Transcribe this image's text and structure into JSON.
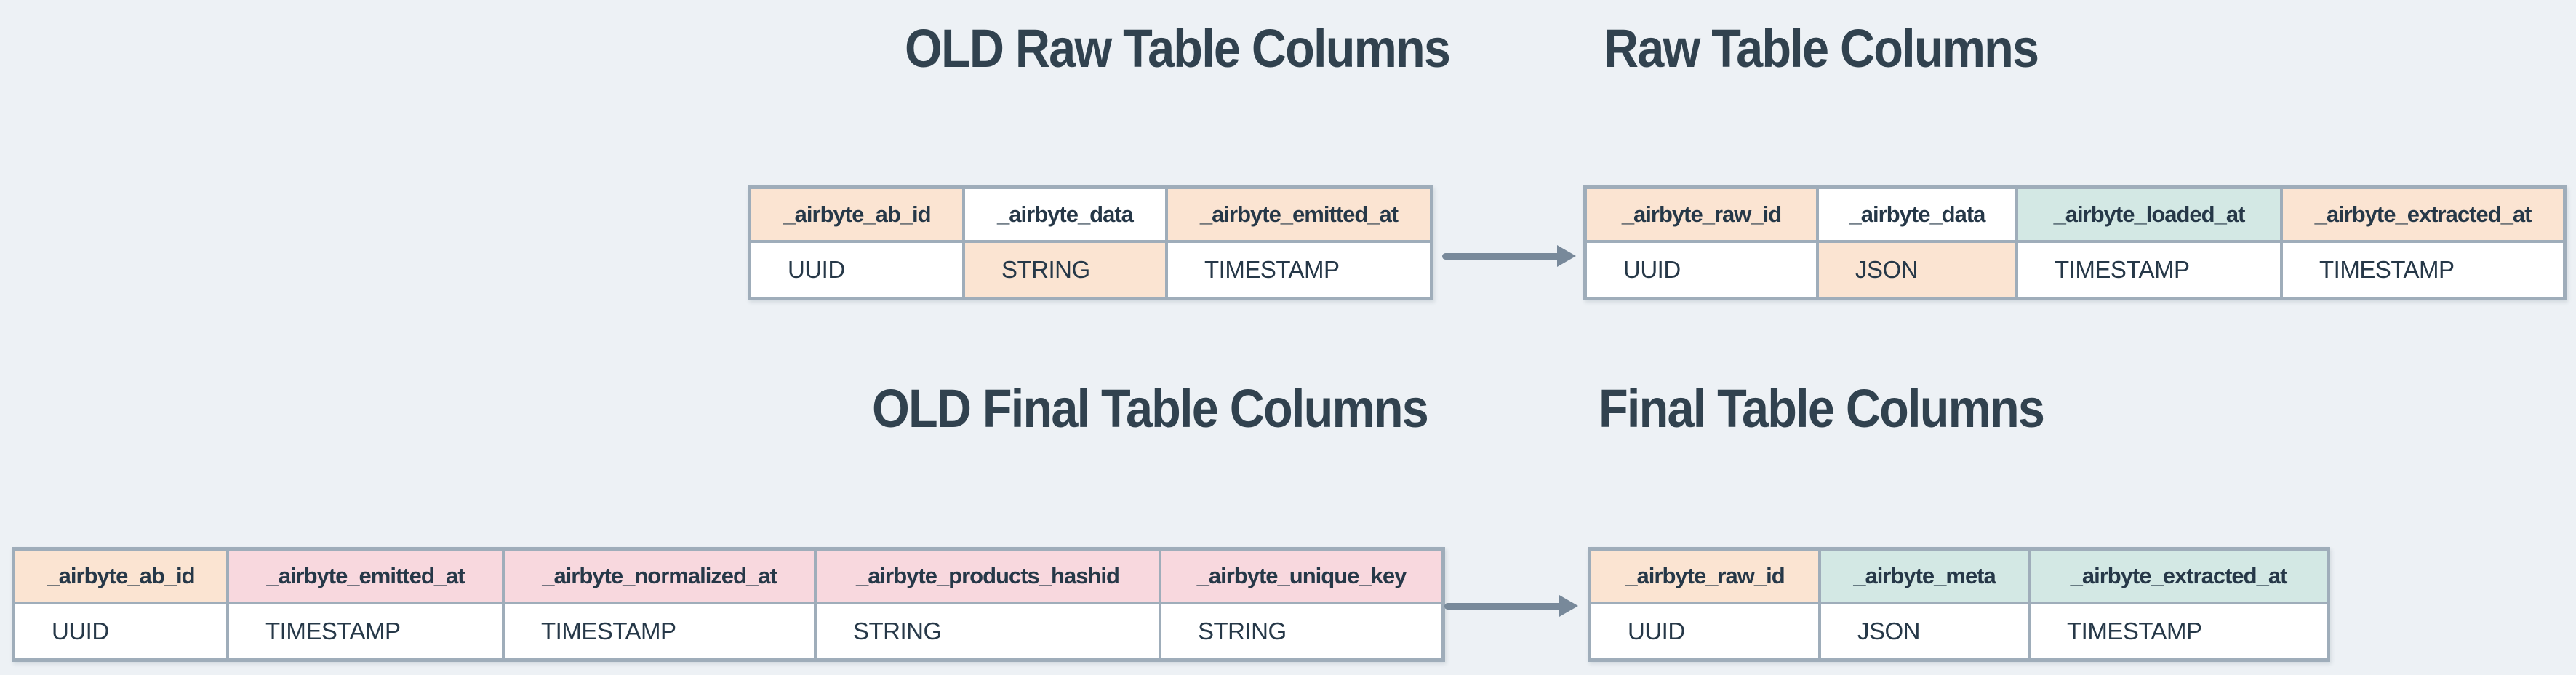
{
  "page": {
    "description": "Airbyte old vs new raw and final table columns comparison diagram"
  },
  "colors": {
    "page_bg": "#edf1f5",
    "white": "#ffffff",
    "peach": "#fbe4d2",
    "pink": "#f8d8de",
    "teal": "#d3e8e4",
    "border": "#9fadba",
    "arrow": "#78899a",
    "title_text": "#31424f",
    "cell_text": "#263848"
  },
  "titles": {
    "old_raw": "OLD Raw Table Columns",
    "new_raw": "Raw Table Columns",
    "old_final": "OLD Final Table Columns",
    "new_final": "Final Table Columns"
  },
  "icons": {
    "raw_arrow": "arrow-right",
    "final_arrow": "arrow-right"
  },
  "tables": {
    "old_raw": {
      "columns": [
        {
          "name": "_airbyte_ab_id",
          "name_color": "peach",
          "type": "UUID",
          "type_color": "white"
        },
        {
          "name": "_airbyte_data",
          "name_color": "white",
          "type": "STRING",
          "type_color": "peach"
        },
        {
          "name": "_airbyte_emitted_at",
          "name_color": "peach",
          "type": "TIMESTAMP",
          "type_color": "white"
        }
      ]
    },
    "new_raw": {
      "columns": [
        {
          "name": "_airbyte_raw_id",
          "name_color": "peach",
          "type": "UUID",
          "type_color": "white"
        },
        {
          "name": "_airbyte_data",
          "name_color": "white",
          "type": "JSON",
          "type_color": "peach"
        },
        {
          "name": "_airbyte_loaded_at",
          "name_color": "teal",
          "type": "TIMESTAMP",
          "type_color": "white"
        },
        {
          "name": "_airbyte_extracted_at",
          "name_color": "peach",
          "type": "TIMESTAMP",
          "type_color": "white"
        }
      ]
    },
    "old_final": {
      "columns": [
        {
          "name": "_airbyte_ab_id",
          "name_color": "peach",
          "type": "UUID",
          "type_color": "white"
        },
        {
          "name": "_airbyte_emitted_at",
          "name_color": "pink",
          "type": "TIMESTAMP",
          "type_color": "white"
        },
        {
          "name": "_airbyte_normalized_at",
          "name_color": "pink",
          "type": "TIMESTAMP",
          "type_color": "white"
        },
        {
          "name": "_airbyte_products_hashid",
          "name_color": "pink",
          "type": "STRING",
          "type_color": "white"
        },
        {
          "name": "_airbyte_unique_key",
          "name_color": "pink",
          "type": "STRING",
          "type_color": "white"
        }
      ]
    },
    "new_final": {
      "columns": [
        {
          "name": "_airbyte_raw_id",
          "name_color": "peach",
          "type": "UUID",
          "type_color": "white"
        },
        {
          "name": "_airbyte_meta",
          "name_color": "teal",
          "type": "JSON",
          "type_color": "white"
        },
        {
          "name": "_airbyte_extracted_at",
          "name_color": "teal",
          "type": "TIMESTAMP",
          "type_color": "white"
        }
      ]
    }
  }
}
